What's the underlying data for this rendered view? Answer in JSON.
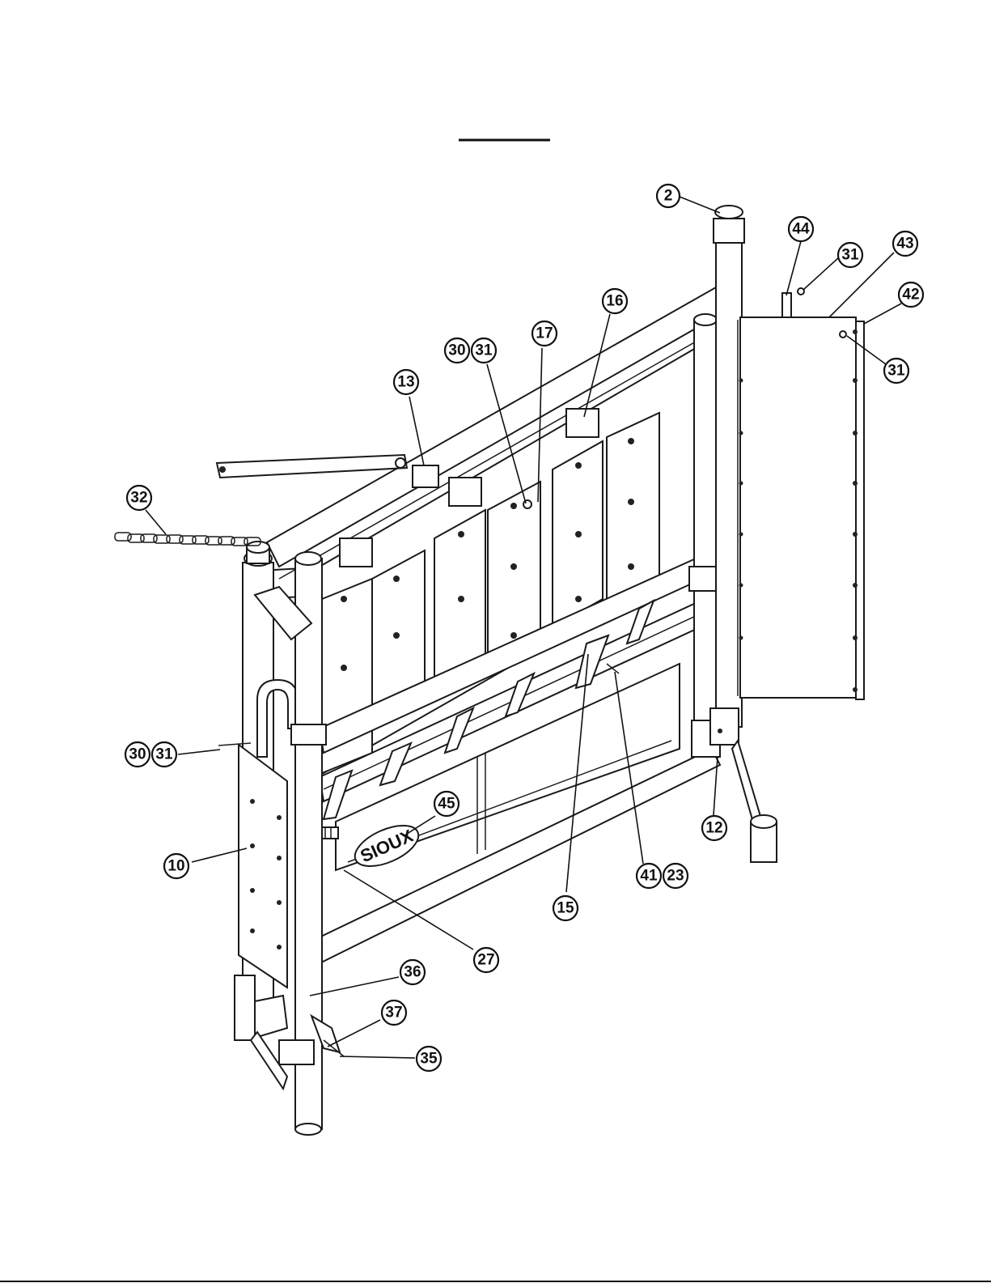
{
  "title_underline": true,
  "logo": {
    "text": "SIOUX"
  },
  "callouts": [
    {
      "id": "c2",
      "labels": [
        "2"
      ]
    },
    {
      "id": "c44",
      "labels": [
        "44"
      ]
    },
    {
      "id": "c31a",
      "labels": [
        "31"
      ]
    },
    {
      "id": "c43",
      "labels": [
        "43"
      ]
    },
    {
      "id": "c42",
      "labels": [
        "42"
      ]
    },
    {
      "id": "c31b",
      "labels": [
        "31"
      ]
    },
    {
      "id": "c16",
      "labels": [
        "16"
      ]
    },
    {
      "id": "c17",
      "labels": [
        "17"
      ]
    },
    {
      "id": "c3031a",
      "labels": [
        "30",
        "31"
      ]
    },
    {
      "id": "c13",
      "labels": [
        "13"
      ]
    },
    {
      "id": "c32",
      "labels": [
        "32"
      ]
    },
    {
      "id": "c3031b",
      "labels": [
        "30",
        "31"
      ]
    },
    {
      "id": "c45",
      "labels": [
        "45"
      ]
    },
    {
      "id": "c12",
      "labels": [
        "12"
      ]
    },
    {
      "id": "c10",
      "labels": [
        "10"
      ]
    },
    {
      "id": "c4123",
      "labels": [
        "41",
        "23"
      ]
    },
    {
      "id": "c15",
      "labels": [
        "15"
      ]
    },
    {
      "id": "c27",
      "labels": [
        "27"
      ]
    },
    {
      "id": "c36",
      "labels": [
        "36"
      ]
    },
    {
      "id": "c37",
      "labels": [
        "37"
      ]
    },
    {
      "id": "c35",
      "labels": [
        "35"
      ]
    }
  ]
}
